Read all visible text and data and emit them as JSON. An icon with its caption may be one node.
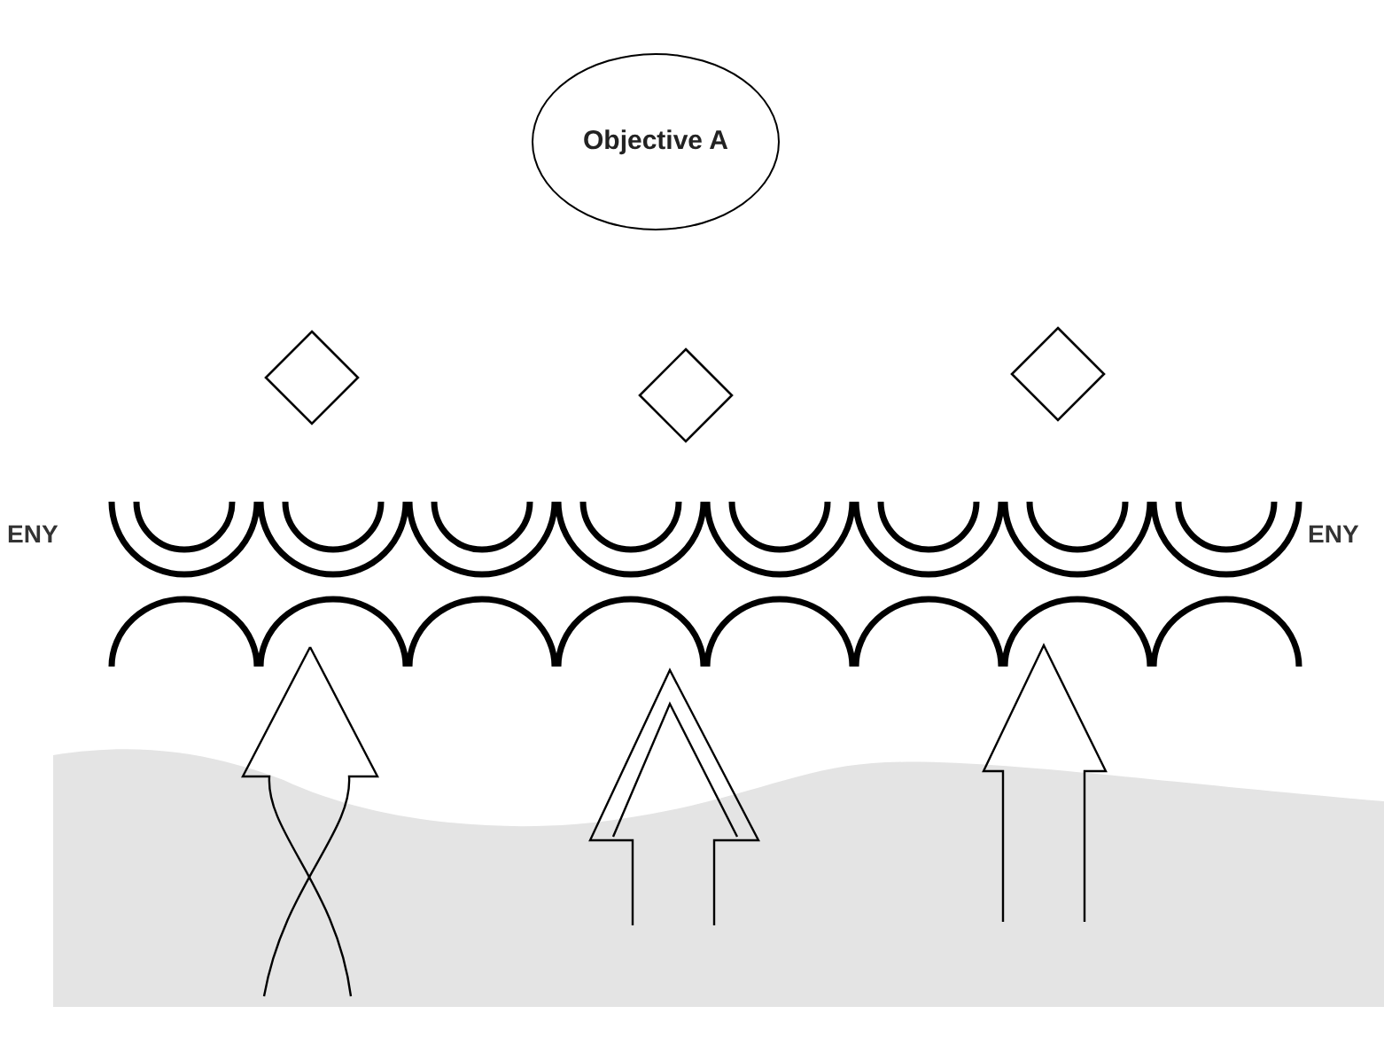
{
  "diagram": {
    "nodes": [
      {
        "text": [
          "Objective A"
        ]
      },
      {
        "text": [],
        "shape": "diamond"
      },
      {
        "text": [],
        "shape": "diamond"
      },
      {
        "text": [],
        "shape": "diamond"
      }
    ],
    "labels": [
      "ENY",
      "ENY"
    ]
  }
}
